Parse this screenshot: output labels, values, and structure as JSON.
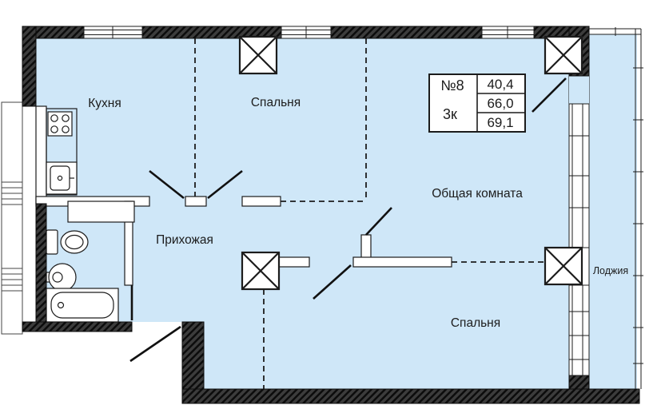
{
  "plan": {
    "rooms": [
      {
        "id": "kitchen",
        "label": "Кухня"
      },
      {
        "id": "bedroom-top",
        "label": "Спальня"
      },
      {
        "id": "living-room",
        "label": "Общая комната"
      },
      {
        "id": "hallway",
        "label": "Прихожая"
      },
      {
        "id": "bedroom-bottom",
        "label": "Спальня"
      },
      {
        "id": "loggia",
        "label": "Лоджия"
      }
    ],
    "info_box": {
      "apartment_number": "№8",
      "rooms_count": "3к",
      "area_living": "40,4",
      "area_apartment": "66,0",
      "area_total": "69,1"
    },
    "fixtures": [
      "stove",
      "kitchen-sink",
      "toilet",
      "washbasin",
      "bathtub",
      "ventilation-shaft",
      "stairs",
      "window",
      "door-swing"
    ],
    "colors": {
      "room_fill": "#cfe7f8",
      "wall": "#1c1c1c"
    }
  }
}
